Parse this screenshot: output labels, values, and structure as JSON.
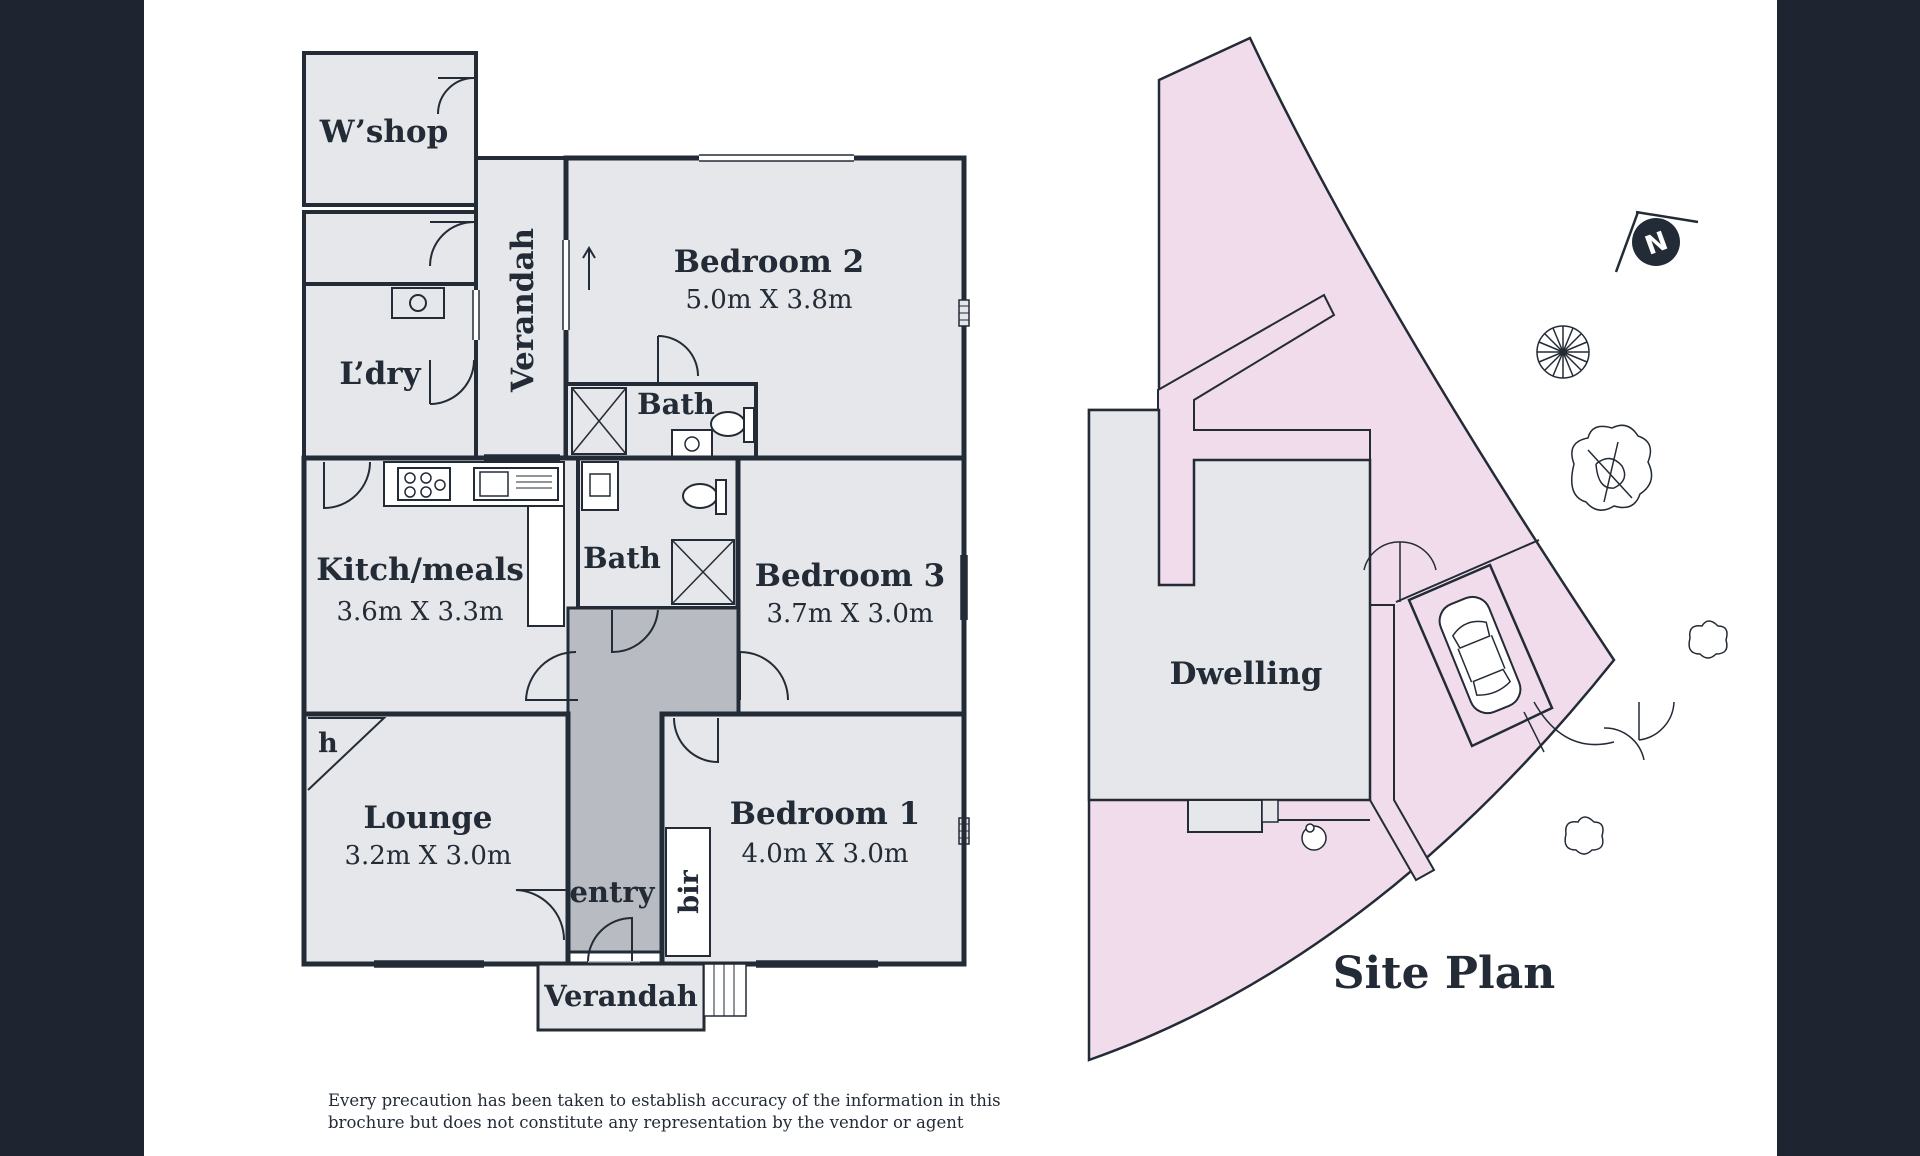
{
  "floor_plan": {
    "rooms": {
      "wshop": {
        "name": "W’shop"
      },
      "laundry": {
        "name": "L’dry"
      },
      "verandah_side": {
        "name": "Verandah"
      },
      "bedroom2": {
        "name": "Bedroom 2",
        "dims": "5.0m X 3.8m"
      },
      "bath_upper": {
        "name": "Bath"
      },
      "kitchen": {
        "name": "Kitch/meals",
        "dims": "3.6m X 3.3m"
      },
      "bath_lower": {
        "name": "Bath"
      },
      "bedroom3": {
        "name": "Bedroom 3",
        "dims": "3.7m X 3.0m"
      },
      "lounge": {
        "name": "Lounge",
        "dims": "3.2m X 3.0m"
      },
      "bedroom1": {
        "name": "Bedroom 1",
        "dims": "4.0m X 3.0m"
      },
      "entry": {
        "name": "entry"
      },
      "bir": {
        "name": "bir"
      },
      "heater": {
        "name": "h"
      },
      "verandah_front": {
        "name": "Verandah"
      }
    }
  },
  "site_plan": {
    "title": "Site Plan",
    "dwelling_label": "Dwelling",
    "north_label": "N"
  },
  "disclaimer": {
    "line1": "Every precaution has been taken to establish accuracy of the information in this",
    "line2": "brochure but does not constitute any representation by the vendor or agent"
  },
  "colors": {
    "background": "#1e2530",
    "room_fill": "#e5e7ea",
    "wall": "#232b36",
    "hall_fill": "#b8bcc2",
    "site_fill": "#f1dcec"
  }
}
